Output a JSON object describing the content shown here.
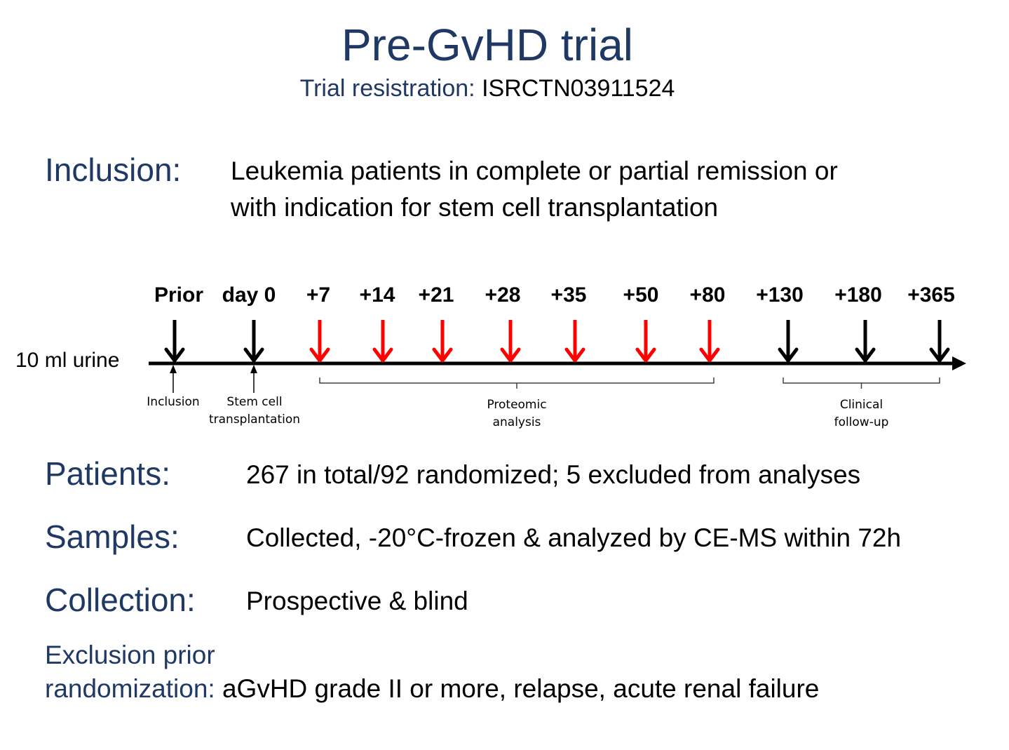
{
  "header": {
    "title": "Pre-GvHD trial",
    "registration_label": "Trial resistration:",
    "registration_id": "ISRCTN03911524"
  },
  "inclusion": {
    "label": "Inclusion:",
    "line1": "Leukemia patients in complete or partial remission or",
    "line2": "with indication for stem cell transplantation"
  },
  "timeline": {
    "sample_label": "10 ml urine",
    "timepoints": [
      {
        "label": "Prior",
        "color": "black"
      },
      {
        "label": "day 0",
        "color": "black"
      },
      {
        "label": "+7",
        "color": "red"
      },
      {
        "label": "+14",
        "color": "red"
      },
      {
        "label": "+21",
        "color": "red"
      },
      {
        "label": "+28",
        "color": "red"
      },
      {
        "label": "+35",
        "color": "red"
      },
      {
        "label": "+50",
        "color": "red"
      },
      {
        "label": "+80",
        "color": "red"
      },
      {
        "label": "+130",
        "color": "black"
      },
      {
        "label": "+180",
        "color": "black"
      },
      {
        "label": "+365",
        "color": "black"
      }
    ],
    "markers": [
      {
        "lines": [
          "Inclusion"
        ]
      },
      {
        "lines": [
          "Stem cell",
          "transplantation"
        ]
      }
    ],
    "brackets": [
      {
        "lines": [
          "Proteomic",
          "analysis"
        ]
      },
      {
        "lines": [
          "Clinical",
          "follow-up"
        ]
      }
    ],
    "colors": {
      "red": "#ff0000",
      "black": "#000000",
      "bracket": "#404040"
    }
  },
  "patients": {
    "label": "Patients:",
    "value": "267 in total/92 randomized; 5 excluded from analyses"
  },
  "samples": {
    "label": "Samples:",
    "value": "Collected, -20°C-frozen & analyzed by CE-MS within 72h"
  },
  "collection": {
    "label": "Collection:",
    "value": "Prospective & blind"
  },
  "exclusion": {
    "label_line1": "Exclusion prior",
    "label_line2": "randomization:",
    "value": "aGvHD grade II or more, relapse, acute renal failure"
  },
  "theme": {
    "navy": "#1f3864"
  }
}
